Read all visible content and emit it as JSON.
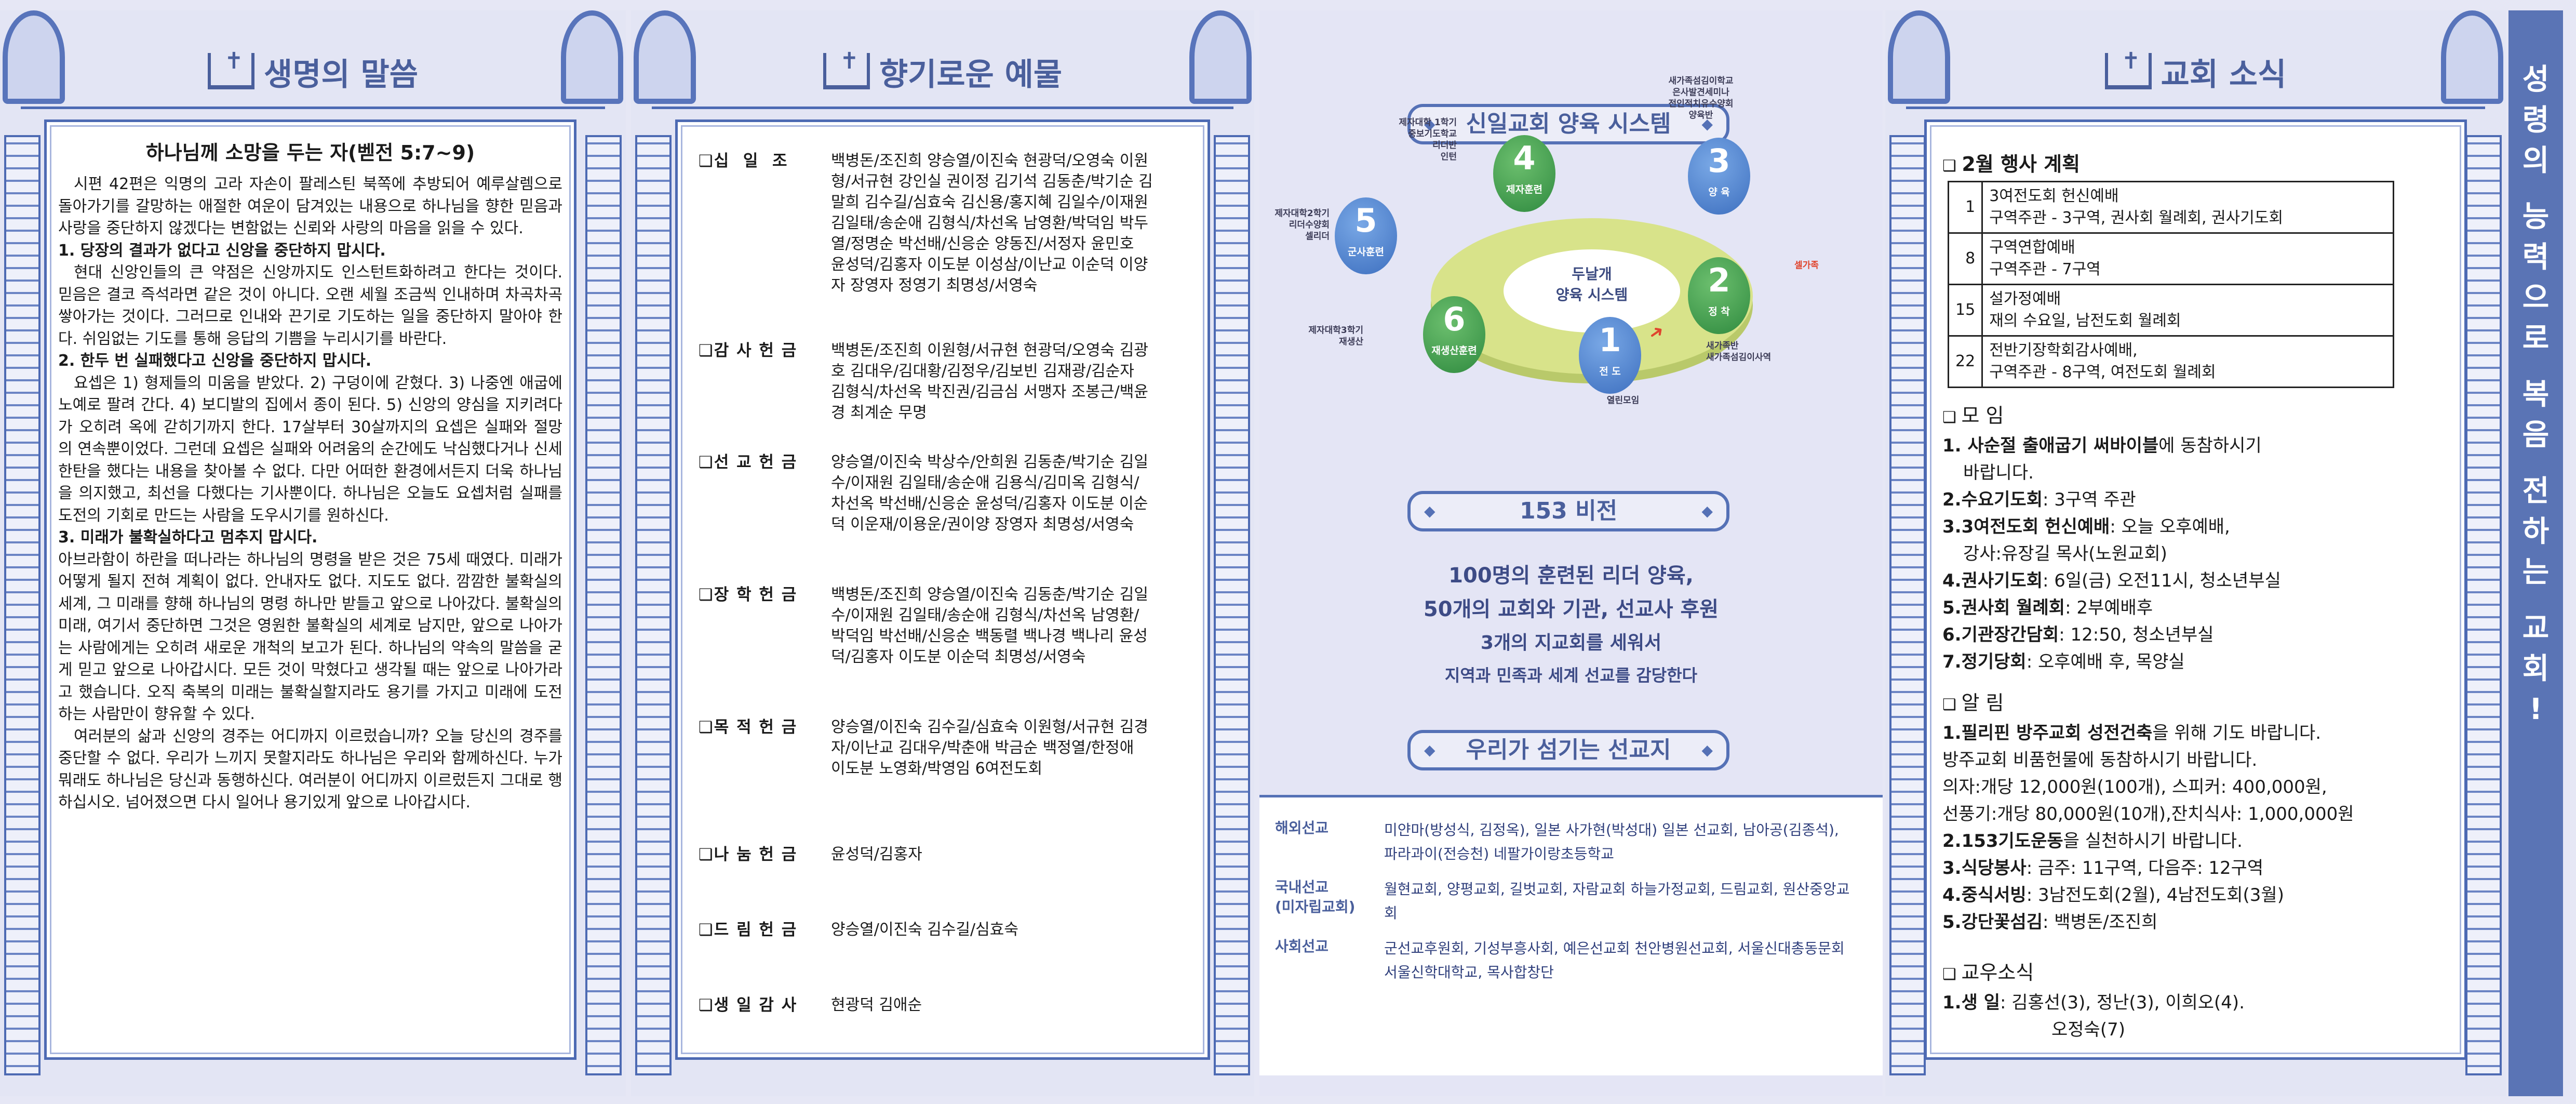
{
  "panel1": {
    "header": "생명의 말씀",
    "title": "하나님께 소망을 두는 자(벧전 5:7~9)",
    "paragraphs": [
      {
        "style": "ind",
        "text": "시편 42편은 익명의 고라 자손이 팔레스틴 북쪽에 추방되어 예루살렘으로 돌아가기를 갈망하는 애절한 여운이 담겨있는 내용으로 하나님을 향한 믿음과 사랑을 중단하지 않겠다는 변함없는 신뢰와 사랑의 마음을 읽을 수 있다."
      },
      {
        "style": "h",
        "text": "1. 당장의 결과가 없다고 신앙을 중단하지 맙시다."
      },
      {
        "style": "ind",
        "text": "현대 신앙인들의 큰 약점은 신앙까지도 인스턴트화하려고 한다는 것이다. 믿음은 결코 즉석라면 같은 것이 아니다. 오랜 세월 조금씩 인내하며 차곡차곡 쌓아가는 것이다. 그러므로 인내와 끈기로 기도하는 일을 중단하지 말아야 한다. 쉬임없는 기도를 통해 응답의 기쁨을 누리시기를 바란다."
      },
      {
        "style": "h",
        "text": "2. 한두 번 실패했다고 신앙을 중단하지 맙시다."
      },
      {
        "style": "ind",
        "text": "요셉은 1) 형제들의 미움을 받았다. 2) 구덩이에 갇혔다. 3) 나중엔 애굽에 노예로 팔려 간다. 4) 보디발의 집에서 종이 된다. 5) 신앙의 양심을 지키려다가 오히려 옥에 갇히기까지 한다. 17살부터 30살까지의 요셉은 실패와 절망의 연속뿐이었다. 그런데 요셉은 실패와 어려움의 순간에도 낙심했다거나 신세 한탄을 했다는 내용을 찾아볼 수 없다. 다만 어떠한 환경에서든지 더욱 하나님을 의지했고, 최선을 다했다는 기사뿐이다. 하나님은 오늘도 요셉처럼 실패를 도전의 기회로 만드는 사람을 도우시기를 원하신다."
      },
      {
        "style": "h",
        "text": "3. 미래가 불확실하다고 멈추지 맙시다."
      },
      {
        "style": "",
        "text": "아브라함이 하란을 떠나라는 하나님의 명령을 받은 것은 75세 때였다. 미래가 어떻게 될지 전혀 계획이 없다. 안내자도 없다. 지도도 없다. 깜깜한 불확실의 세계, 그 미래를 향해 하나님의 명령 하나만 받들고 앞으로 나아갔다. 불확실의 미래, 여기서 중단하면 그것은 영원한 불확실의 세계로 남지만, 앞으로 나아가는 사람에게는 오히려 새로운 개척의 보고가 된다.  하나님의 약속의 말씀을 굳게 믿고 앞으로 나아갑시다. 모든 것이 막혔다고 생각될 때는 앞으로 나아가라고 했습니다. 오직 축복의 미래는 불확실할지라도 용기를 가지고 미래에 도전하는 사람만이 향유할 수 있다."
      },
      {
        "style": "ind",
        "text": "여러분의 삶과 신앙의 경주는 어디까지 이르렀습니까? 오늘 당신의 경주를 중단할 수 없다. 우리가 느끼지 못할지라도 하나님은 우리와 함께하신다. 누가 뭐래도 하나님은 당신과 동행하신다. 여러분이 어디까지 이르렀든지 그대로 행하십시오. 넘어졌으면 다시 일어나 용기있게 앞으로 나아갑시다."
      }
    ]
  },
  "panel2": {
    "header": "향기로운 예물",
    "offerings": [
      {
        "label": "❑십  일  조",
        "names": "백병돈/조진희 양승열/이진숙 현광덕/오영숙 이원형/서규현 강인실 권이정 김기석 김동춘/박기순 김말희 김수길/심효숙 김신용/홍지혜 김일수/이재원 김일태/송순애 김형식/차선옥 남영환/박덕임 박두열/정명순 박선배/신응순 양동진/서정자 윤민호 윤성덕/김홍자 이도분 이성삼/이난교 이순덕 이양자 장영자 정영기 최명성/서영숙"
      },
      {
        "label": "❑감 사 헌 금",
        "names": "백병돈/조진희 이원형/서규현 현광덕/오영숙 김광호 김대우/김대황/김정우/김보빈 김재광/김순자 김형식/차선옥 박진권/김금심 서맹자 조봉근/백윤경 최계순 무명"
      },
      {
        "label": "❑선 교 헌 금",
        "names": "양승열/이진숙 박상수/안희원 김동춘/박기순 김일수/이재원 김일태/송순애 김용식/김미옥 김형식/차선옥 박선배/신응순 윤성덕/김홍자 이도분 이순덕 이운재/이용운/권이양 장영자 최명성/서영숙"
      },
      {
        "label": "❑장 학 헌 금",
        "names": "백병돈/조진희 양승열/이진숙 김동춘/박기순 김일수/이재원 김일태/송순애 김형식/차선옥 남영환/박덕임 박선배/신응순 백동렬 백나경 백나리 윤성덕/김홍자 이도분 이순덕 최명성/서영숙"
      },
      {
        "label": "❑목 적 헌 금",
        "names": "양승열/이진숙 김수길/심효숙 이원형/서규현 김경자/이난교 김대우/박춘애 박금순 백정열/한정애 이도분 노영화/박영임 6여전도회"
      },
      {
        "label": "❑나 눔 헌 금",
        "names": "윤성덕/김홍자"
      },
      {
        "label": "❑드 림 헌 금",
        "names": "양승열/이진숙 김수길/심효숙"
      },
      {
        "label": "❑생 일 감 사",
        "names": "현광덕 김애순"
      }
    ]
  },
  "panel3": {
    "system_title": "신일교회 양육 시스템",
    "center": [
      "두날개",
      "양육 시스템"
    ],
    "steps": [
      {
        "n": "1",
        "label": "전 도",
        "note": "열린모임",
        "color": "blue"
      },
      {
        "n": "2",
        "label": "정 착",
        "note": "새가족반\n새가족섬김이사역",
        "color": "green"
      },
      {
        "n": "3",
        "label": "양 육",
        "note": "새가족섬김이학교\n은사발견세미나\n전인적치유수양회\n양육반",
        "color": "blue"
      },
      {
        "n": "4",
        "label": "제자훈련",
        "note": "제자대학 1학기\n중보기도학교\n리더반\n인턴",
        "color": "green"
      },
      {
        "n": "5",
        "label": "군사훈련",
        "note": "제자대학2학기\n리더수양회\n셀리더",
        "color": "blue"
      },
      {
        "n": "6",
        "label": "재생산훈련",
        "note": "제자대학3학기\n재생산",
        "color": "green"
      }
    ],
    "side_label": "셀가족",
    "vision_title": "153 비전",
    "vision_lines": [
      "100명의 훈련된 리더 양육,",
      "50개의 교회와 기관, 선교사 후원",
      "3개의 지교회를 세워서",
      "지역과 민족과 세계 선교를 감당한다"
    ],
    "mission_title": "우리가 섬기는 선교지",
    "missions": [
      {
        "label": "해외선교",
        "value": "미얀마(방성식, 김정옥), 일본 사가현(박성대) 일본 선교회, 남아공(김종석), 파라과이(전승천) 네팔가이랑초등학교"
      },
      {
        "label": "국내선교\n(미자립교회)",
        "value": "월현교회, 양평교회, 길벗교회, 자람교회 하늘가정교회, 드림교회, 원산중앙교회"
      },
      {
        "label": "사회선교",
        "value": "군선교후원회, 기성부흥사회, 예은선교회 천안병원선교회, 서울신대총동문회 서울신학대학교, 목사합창단"
      }
    ]
  },
  "panel4": {
    "header": "교회 소식",
    "events_title": "2월 행사 계획",
    "events": [
      {
        "day": "1",
        "lines": [
          "3여전도회 헌신예배",
          "구역주관 - 3구역, 권사회 월례회, 권사기도회"
        ]
      },
      {
        "day": "8",
        "lines": [
          "구역연합예배",
          "구역주관 - 7구역"
        ]
      },
      {
        "day": "15",
        "lines": [
          "설가정예배",
          "재의 수요일, 남전도회 월례회"
        ]
      },
      {
        "day": "22",
        "lines": [
          "전반기장학회감사예배,",
          "구역주관 - 8구역, 여전도회 월례회"
        ]
      }
    ],
    "meetings_title": "모   임",
    "meetings": [
      {
        "head": "1. 사순절 출애굽기 써바이블",
        "rest": "에 동참하시기"
      },
      {
        "head": "",
        "rest": "바랍니다.",
        "sub": true
      },
      {
        "head": "2.수요기도회",
        "rest": ": 3구역 주관"
      },
      {
        "head": "3.3여전도회 헌신예배",
        "rest": ": 오늘 오후예배,"
      },
      {
        "head": "",
        "rest": "강사:유장길 목사(노원교회)",
        "sub": true
      },
      {
        "head": "4.권사기도회",
        "rest": ": 6일(금) 오전11시, 청소년부실"
      },
      {
        "head": "5.권사회 월례회",
        "rest": ": 2부예배후"
      },
      {
        "head": "6.기관장간담회",
        "rest": ": 12:50, 청소년부실"
      },
      {
        "head": "7.정기당회",
        "rest": ": 오후예배 후, 목양실"
      }
    ],
    "notices_title": "알   림",
    "notices": [
      {
        "head": "1.필리핀 방주교회 성전건축",
        "rest": "을 위해 기도 바랍니다."
      },
      {
        "head": "",
        "rest": "방주교회 비품헌물에 동참하시기 바랍니다."
      },
      {
        "head": "",
        "rest": "의자:개당 12,000원(100개), 스피커: 400,000원,"
      },
      {
        "head": "",
        "rest": "선풍기:개당 80,000원(10개),잔치식사: 1,000,000원"
      },
      {
        "head": "2.153기도운동",
        "rest": "을 실천하시기 바랍니다."
      },
      {
        "head": "3.식당봉사",
        "rest": ": 금주: 11구역, 다음주: 12구역"
      },
      {
        "head": "4.중식서빙",
        "rest": ": 3남전도회(2월), 4남전도회(3월)"
      },
      {
        "head": "5.강단꽃섬김",
        "rest": ": 백병돈/조진희"
      }
    ],
    "members_title": "교우소식",
    "members": [
      {
        "head": "1.생   일",
        "rest": ": 김홍선(3), 정난(3), 이희오(4)."
      },
      {
        "head": "",
        "rest": "오정숙(7)",
        "sub": true
      }
    ]
  },
  "strip": {
    "chars": [
      "성",
      "령",
      "의",
      "",
      "능",
      "력",
      "으",
      "로",
      "",
      "복",
      "음",
      "",
      "전",
      "하",
      "는",
      "",
      "교",
      "회",
      "!"
    ],
    "text": "성령의 능력으로 복음 전하는 교회!"
  },
  "colors": {
    "frame": "#4d6ab3",
    "strip": "#5a74b5",
    "blue_step": "#3d6fbf",
    "green_step": "#2f8a3f",
    "ring": "#d8e38a",
    "accent_red": "#e0452e"
  }
}
